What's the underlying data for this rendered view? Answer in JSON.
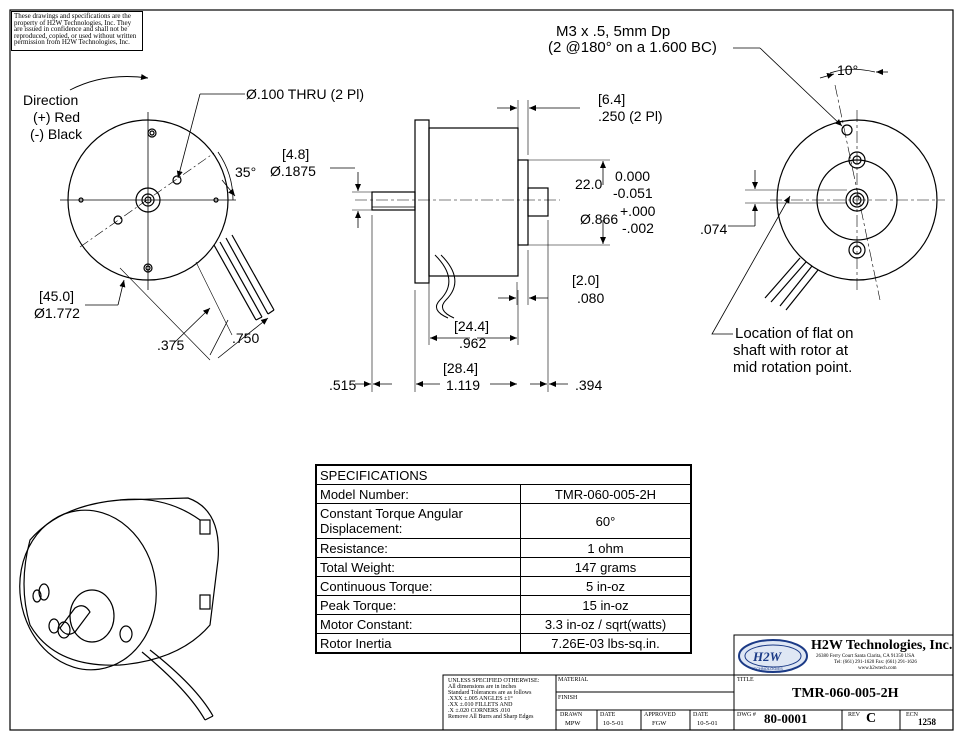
{
  "notice": {
    "line1": "These drawings and specifications are the",
    "line2": "property of H2W Technologies, Inc. They",
    "line3": "are issued in  confidence and shall not be",
    "line4": "reproduced, copied, or used  without written",
    "line5": "permission from H2W Technologies, Inc."
  },
  "front_view": {
    "direction": "Direction",
    "plus_red": "(+) Red",
    "minus_black": "(-) Black",
    "thru_holes": "Ø.100 THRU (2 Pl)",
    "angle_35": "35°",
    "dia_metric": "[45.0]",
    "dia_inch": "Ø1.772",
    "dim_375": ".375",
    "dim_750": ".750"
  },
  "side_view": {
    "dim_48": "[4.8]",
    "dim_1875": "Ø.1875",
    "dim_64": "[6.4]",
    "dim_250": ".250  (2 Pl)",
    "dim_220": "22.0",
    "tol_220_upper": "0.000",
    "tol_220_lower": "-0.051",
    "dim_866": "Ø.866",
    "tol_866_upper": "+.000",
    "tol_866_lower": "-.002",
    "dim_20": "[2.0]",
    "dim_080": ".080",
    "dim_244": "[24.4]",
    "dim_962": ".962",
    "dim_284": "[28.4]",
    "dim_1119": "1.119",
    "dim_515": ".515",
    "dim_394": ".394"
  },
  "rear_view": {
    "m3_line1": "M3 x .5, 5mm Dp",
    "m3_line2": "(2 @180° on a 1.600 BC)",
    "angle_10": "10°",
    "dim_074": ".074",
    "flat_line1": "Location of flat on",
    "flat_line2": "shaft with rotor at",
    "flat_line3": "mid rotation point."
  },
  "specs": {
    "title": "SPECIFICATIONS",
    "rows": [
      {
        "label": "Model Number:",
        "value": "TMR-060-005-2H"
      },
      {
        "label": "Constant Torque Angular Displacement:",
        "value": "60°"
      },
      {
        "label": "Resistance:",
        "value": "1 ohm"
      },
      {
        "label": "Total Weight:",
        "value": "147 grams"
      },
      {
        "label": "Continuous Torque:",
        "value": "5 in-oz"
      },
      {
        "label": "Peak Torque:",
        "value": "15 in-oz"
      },
      {
        "label": "Motor Constant:",
        "value": "3.3 in-oz / sqrt(watts)"
      },
      {
        "label": "Rotor Inertia",
        "value": "7.26E-03 lbs-sq.in."
      }
    ]
  },
  "title_block": {
    "logo_text": "H2W",
    "logo_sub": "TECHNOLOGIES",
    "company": "H2W Technologies, Inc.",
    "address1": "26380 Ferry Court  Santa Clarita, CA  91350  USA",
    "address2": "Tel: (661) 291-1620  Fax: (661) 291-1626",
    "website": "www.h2wtech.com",
    "title_label": "TITLE",
    "title_value": "TMR-060-005-2H",
    "material_label": "MATERIAL",
    "finish_label": "FINISH",
    "unless1": "UNLESS SPECIFIED OTHERWISE:",
    "unless2": "All dimensions are in inches",
    "unless3": "Standard Tolerances are as follows",
    "unless4": ".XXX  ±.005     ANGLES     ±1°",
    "unless5": ".XX    ±.010     FILLETS   AND",
    "unless6": ".X      ±.020     CORNERS  .010",
    "unless7": "Remove All Burrs and Sharp Edges",
    "drawn_label": "DRAWN",
    "drawn_value": "MPW",
    "date_label": "DATE",
    "date_value": "10-5-01",
    "approved_label": "APPROVED",
    "approved_value": "FGW",
    "date2_label": "DATE",
    "date2_value": "10-5-01",
    "dwg_label": "DWG #",
    "dwg_value": "80-0001",
    "rev_label": "REV",
    "rev_value": "C",
    "ecn_label": "ECN",
    "ecn_value": "1258"
  }
}
